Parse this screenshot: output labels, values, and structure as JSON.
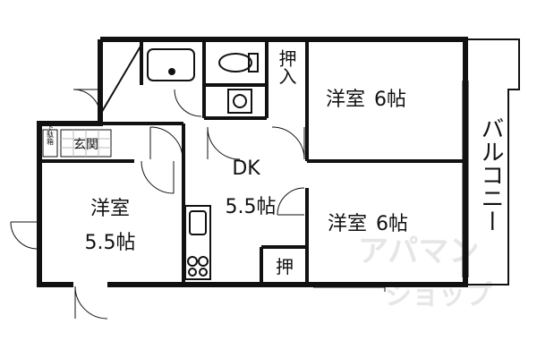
{
  "rooms": {
    "western_room_top_right": {
      "name": "洋室",
      "size": "6帖"
    },
    "western_room_bottom_right": {
      "name": "洋室",
      "size": "6帖"
    },
    "western_room_left": {
      "name": "洋室",
      "size": "5.5帖"
    },
    "dining_kitchen": {
      "name": "DK",
      "size": "5.5帖"
    }
  },
  "closets": {
    "upper": "押入",
    "lower": "押"
  },
  "entrance": {
    "label": "玄関",
    "shoe_box": "下駄箱"
  },
  "balcony": {
    "label": "バルコニー"
  },
  "watermark": {
    "line1": "アパマン",
    "line2": "ショップ"
  }
}
